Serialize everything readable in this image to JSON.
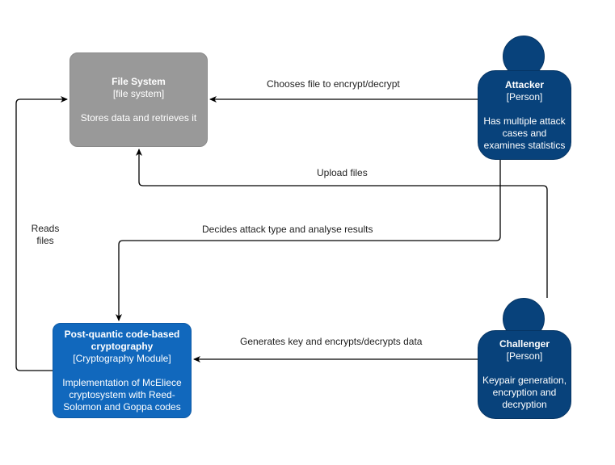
{
  "nodes": {
    "filesystem": {
      "title": "File System",
      "type": "[file system]",
      "description": "Stores data and retrieves it",
      "color": "#999999"
    },
    "crypto": {
      "title_line1": "Post-quantic code-based",
      "title_line2": "cryptography",
      "type": "[Cryptography Module]",
      "description_line1": "Implementation of McEliece",
      "description_line2": "cryptosystem with Reed-",
      "description_line3": "Solomon and Goppa codes",
      "color": "#1168bd"
    },
    "attacker": {
      "title": "Attacker",
      "type": "[Person]",
      "description_line1": "Has multiple attack",
      "description_line2": "cases and",
      "description_line3": "examines statistics",
      "color": "#08427b"
    },
    "challenger": {
      "title": "Challenger",
      "type": "[Person]",
      "description_line1": "Keypair generation,",
      "description_line2": "encryption and",
      "description_line3": "decryption",
      "color": "#08427b"
    }
  },
  "edges": {
    "chooses": "Chooses file to encrypt/decrypt",
    "upload": "Upload files",
    "decides": "Decides attack type and analyse results",
    "generates": "Generates key and encrypts/decrypts data",
    "reads_line1": "Reads",
    "reads_line2": "files"
  }
}
